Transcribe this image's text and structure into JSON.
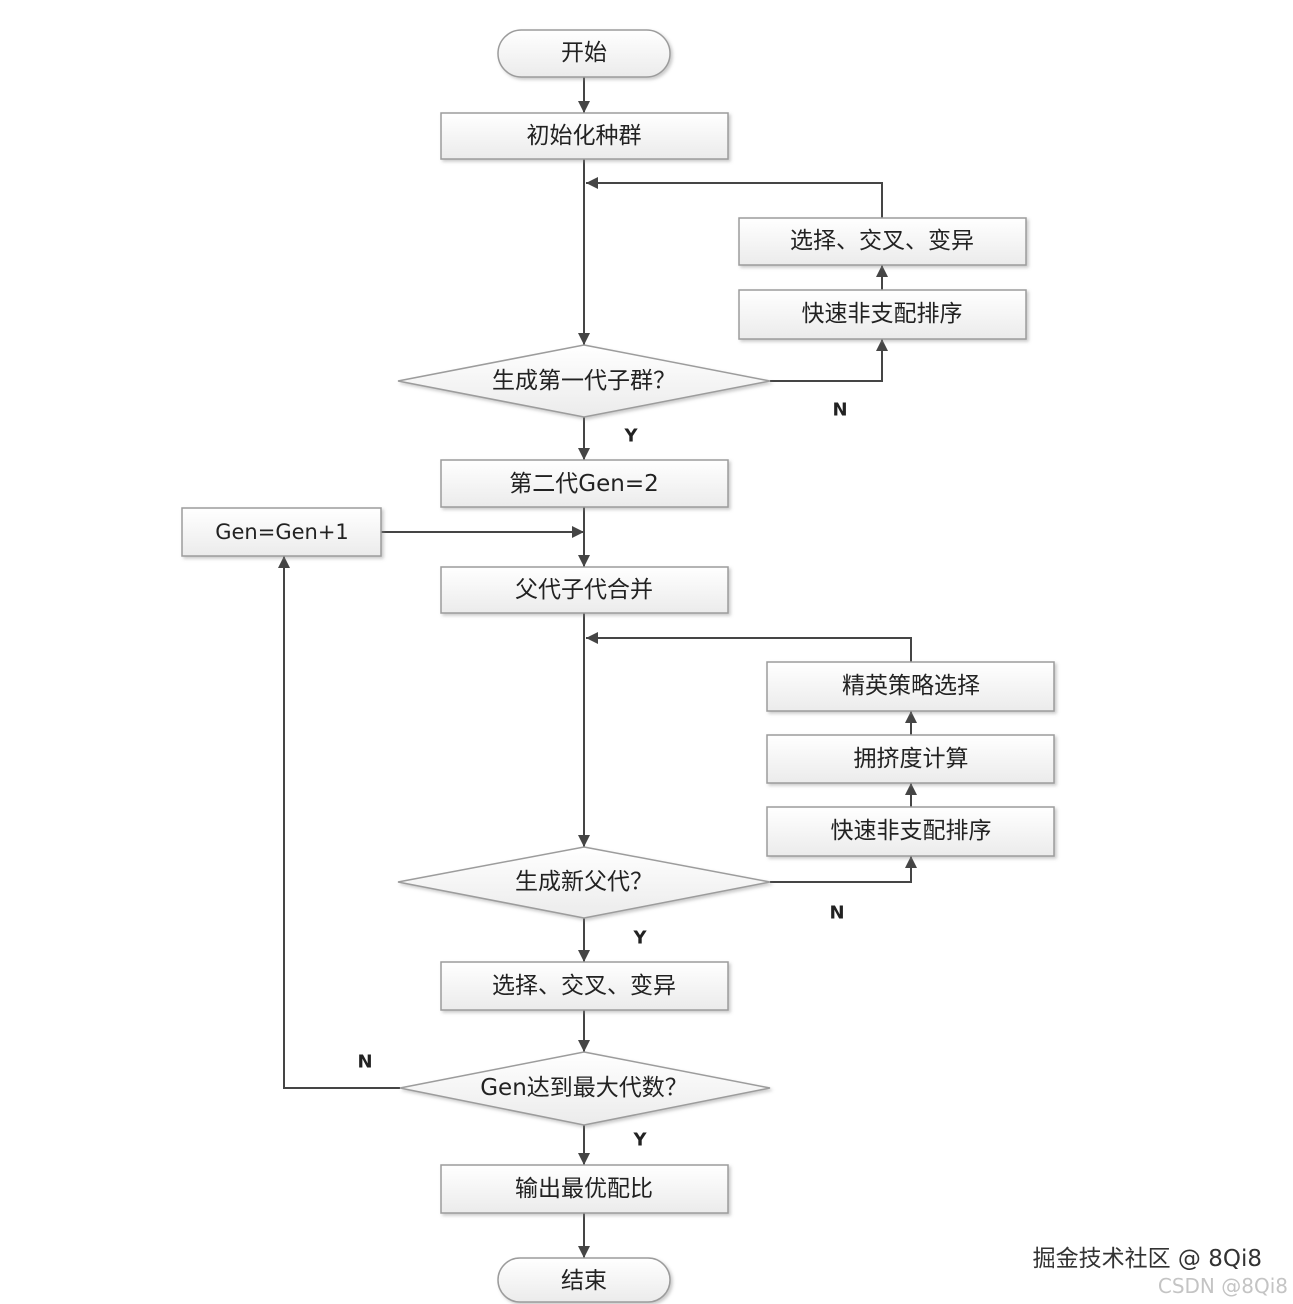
{
  "nodes": {
    "start": "开始",
    "init_population": "初始化种群",
    "decision_first_offspring": "生成第一代子群？",
    "loop1_select": "选择、交叉、变异",
    "loop1_sort": "快速非支配排序",
    "second_generation": "第二代Gen=2",
    "gen_increment": "Gen=Gen+1",
    "merge": "父代子代合并",
    "loop2_elite": "精英策略选择",
    "loop2_crowding": "拥挤度计算",
    "loop2_sort": "快速非支配排序",
    "decision_new_parent": "生成新父代？",
    "select_cross_mutate": "选择、交叉、变异",
    "decision_max_gen": "Gen达到最大代数？",
    "output": "输出最优配比",
    "end": "结束"
  },
  "edge_labels": {
    "first_offspring_no": "N",
    "first_offspring_yes": "Y",
    "new_parent_no": "N",
    "new_parent_yes": "Y",
    "max_gen_no": "N",
    "max_gen_yes": "Y"
  },
  "watermarks": {
    "juejin": "掘金技术社区 @ 8Qi8",
    "csdn": "CSDN @8Qi8"
  },
  "colors": {
    "line": "#454545",
    "box_border": "#9c9c9c",
    "box_fill_top": "#ffffff",
    "box_fill_bottom": "#ebebeb"
  }
}
